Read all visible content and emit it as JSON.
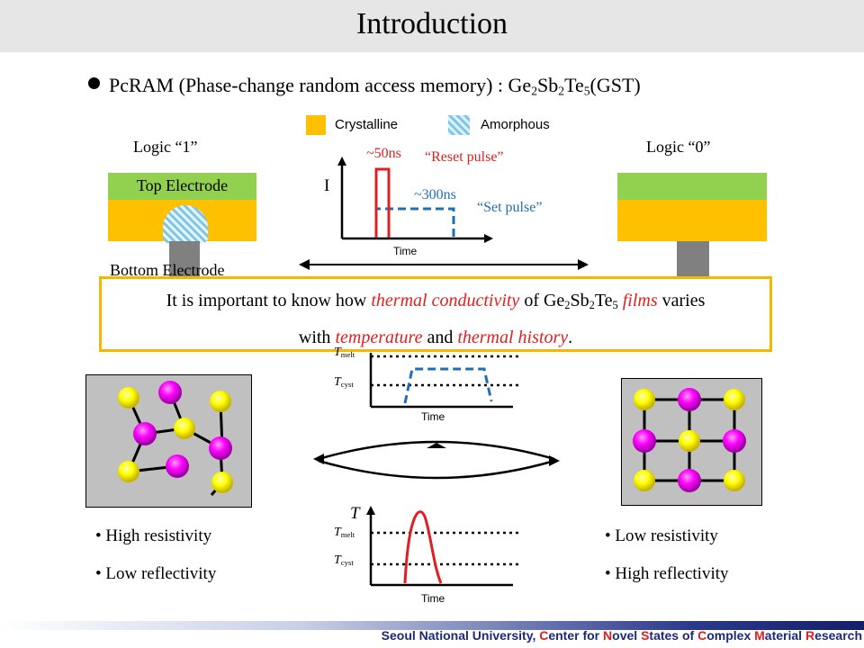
{
  "slide": {
    "title": "Introduction",
    "bullet": {
      "prefix": "PcRAM (Phase-change random access memory) : Ge",
      "sub1": "2",
      "mid1": "Sb",
      "sub2": "2",
      "mid2": "Te",
      "sub3": "5",
      "suffix": "(GST)"
    }
  },
  "legend": {
    "crystalline": "Crystalline",
    "amorphous": "Amorphous",
    "crystalline_color": "#ffc000",
    "amorphous_color": "#9fd3ea"
  },
  "cells": {
    "logic1": "Logic “1”",
    "logic0": "Logic “0”",
    "top_electrode": "Top Electrode",
    "bottom_electrode": "Bottom Electrode"
  },
  "pulse_chart": {
    "y_label": "I",
    "x_label": "Time",
    "reset_time": "~50ns",
    "reset_label": "“Reset pulse”",
    "set_time": "~300ns",
    "set_label": "“Set pulse”"
  },
  "callout": {
    "t1": "It is important to know how ",
    "em1": "thermal conductivity",
    "t2": " of Ge",
    "s1": "2",
    "t3": "Sb",
    "s2": "2",
    "t4": "Te",
    "s3": "5",
    "em2": " films",
    "t5": " varies",
    "t6": "with ",
    "em3": "temperature",
    "t7": " and ",
    "em4": "thermal history",
    "t8": "."
  },
  "temp_chart_set": {
    "t_melt": "T",
    "t_melt_sub": "melt",
    "t_cyst": "T",
    "t_cyst_sub": "cyst",
    "x_label": "Time"
  },
  "temp_chart_reset": {
    "y_label": "T",
    "t_melt": "T",
    "t_melt_sub": "melt",
    "t_cyst": "T",
    "t_cyst_sub": "cyst",
    "x_label": "Time"
  },
  "properties": {
    "amorphous": [
      "High resistivity",
      "Low reflectivity"
    ],
    "crystalline": [
      "Low resistivity",
      "High reflectivity"
    ]
  },
  "footer": {
    "p1": "Seoul National University, ",
    "c1": "C",
    "p2": "enter for ",
    "c2": "N",
    "p3": "ovel ",
    "c3": "S",
    "p4": "tates of ",
    "c4": "C",
    "p5": "omplex ",
    "c5": "M",
    "p6": "aterial ",
    "c6": "R",
    "p7": "esearch"
  }
}
